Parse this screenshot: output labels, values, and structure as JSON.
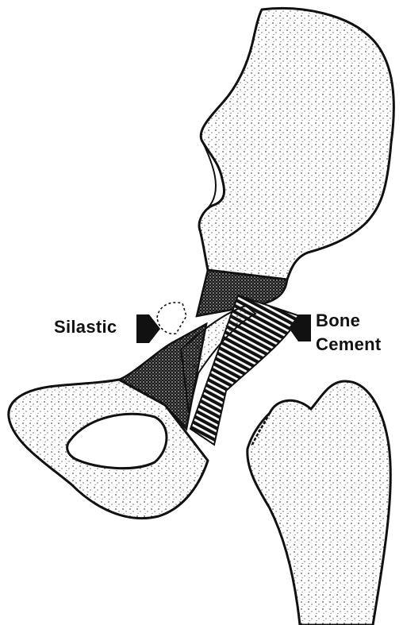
{
  "figure": {
    "labels": {
      "silastic": "Silastic",
      "bone": "Bone",
      "cement": "Cement"
    }
  },
  "colors": {
    "ink": "#111111",
    "paper": "#ffffff",
    "stipple": "#222222",
    "dense_graft": "#1a1a1a"
  },
  "icons": {
    "silastic_pointer": "left-arrowhead-icon",
    "cement_pointer": "right-arrowhead-icon"
  }
}
